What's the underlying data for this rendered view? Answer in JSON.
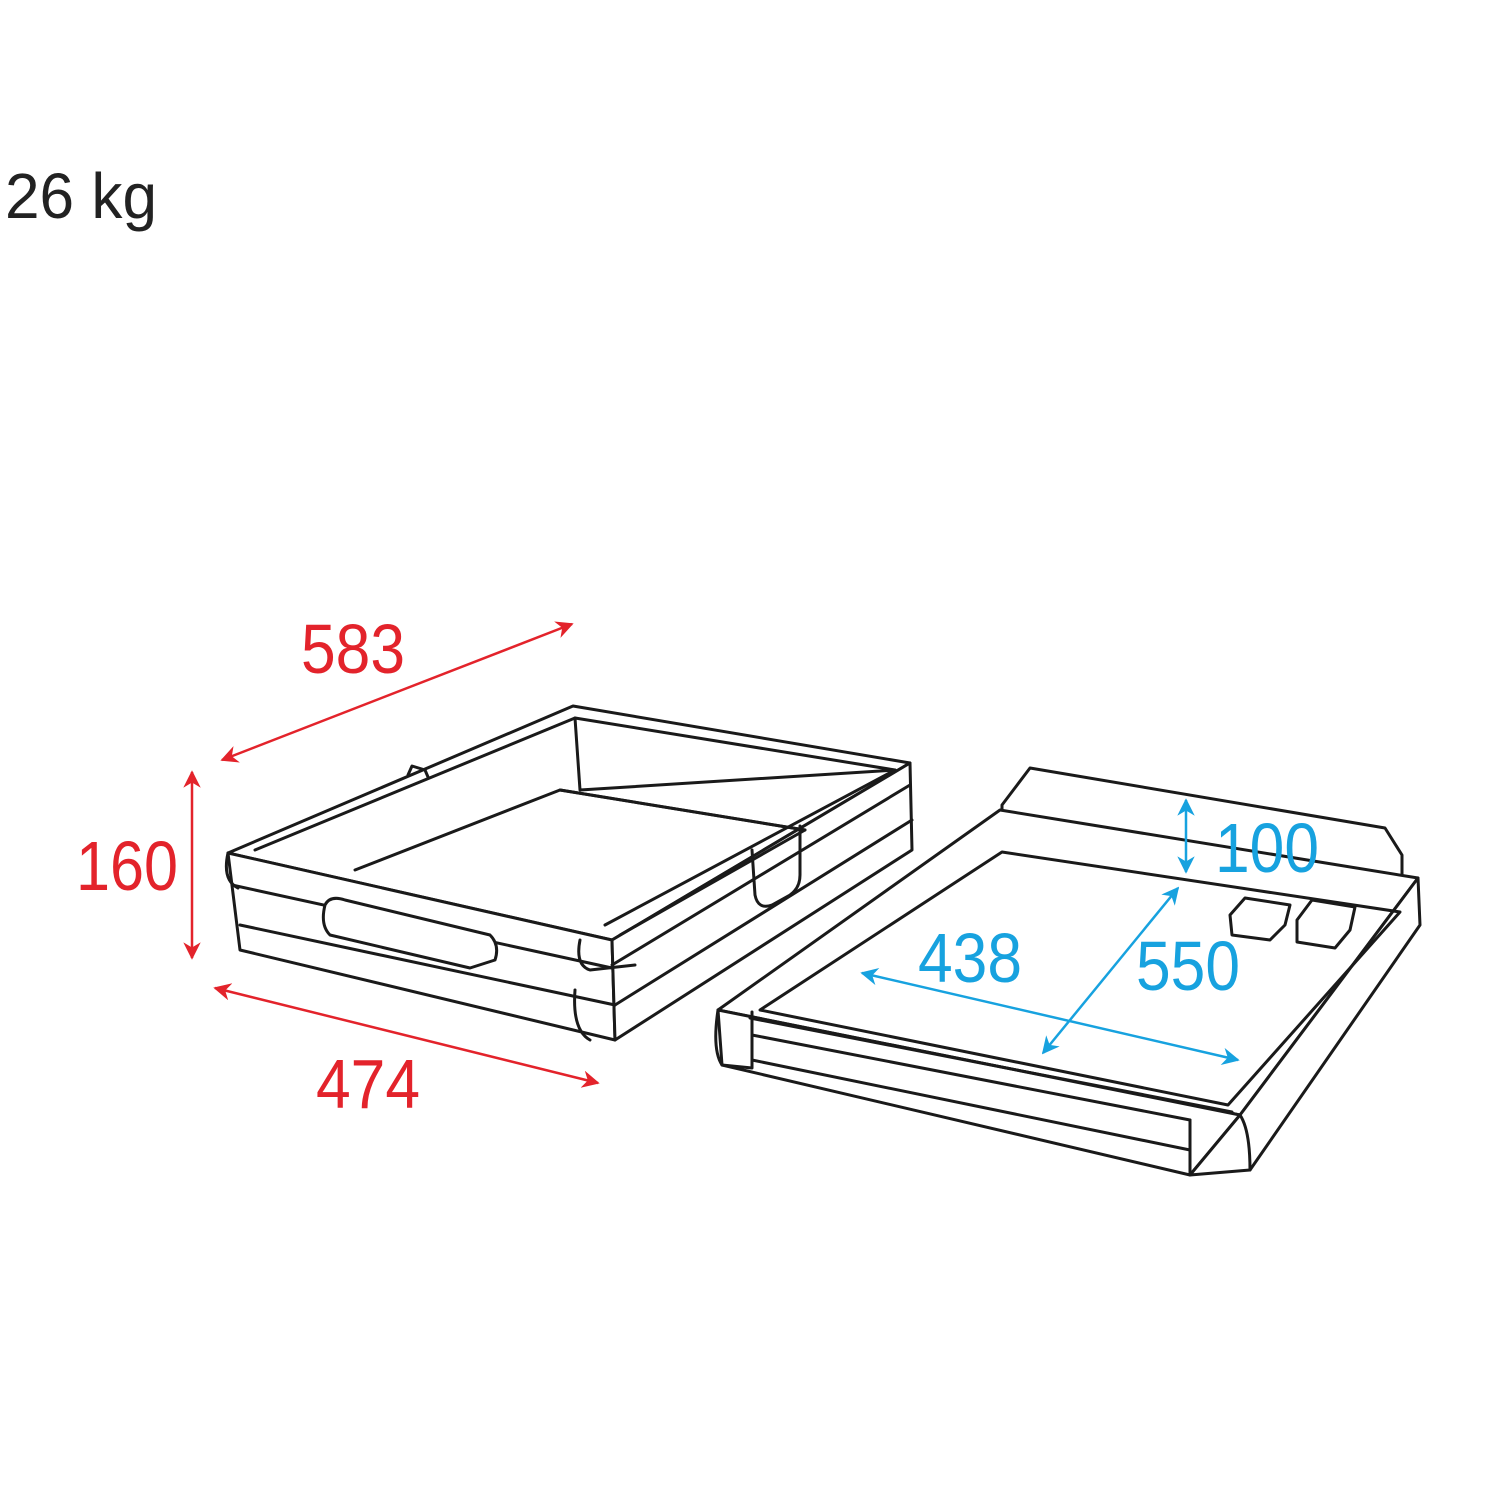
{
  "weight": "26 kg",
  "colors": {
    "outer_dimensions": "#e3232b",
    "inner_dimensions": "#17a2df",
    "outline": "#1a1a1a"
  },
  "outer_dimensions": {
    "length": "583",
    "height": "160",
    "width": "474"
  },
  "inner_dimensions": {
    "height": "100",
    "width": "438",
    "length": "550"
  }
}
